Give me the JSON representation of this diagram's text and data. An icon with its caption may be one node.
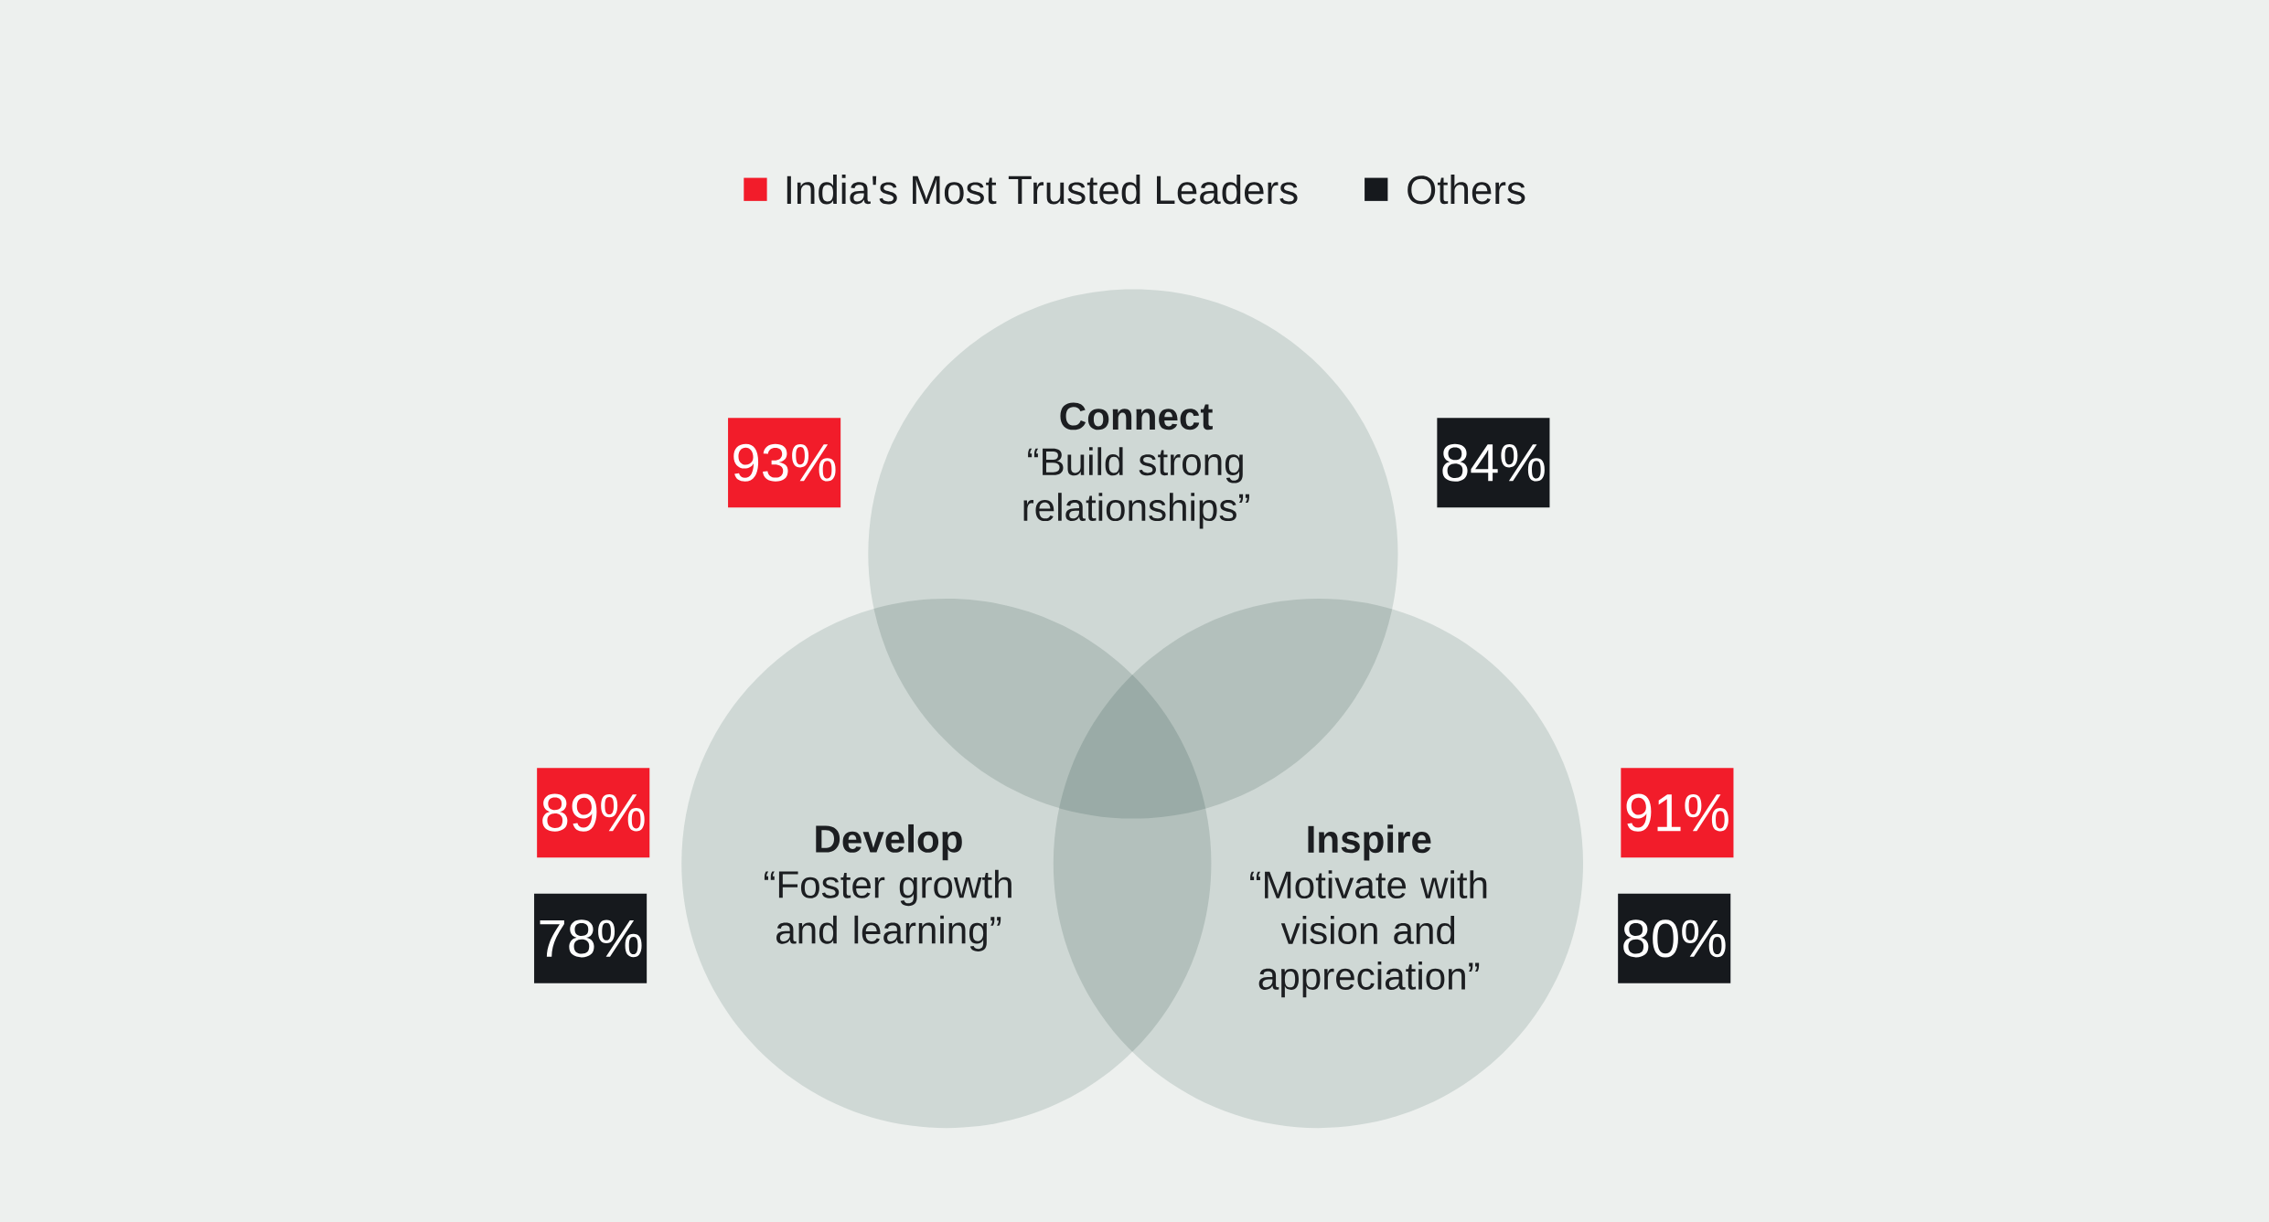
{
  "diagram": {
    "nodes": [
      {
        "text": [
          "93%"
        ]
      },
      {
        "text": [
          "Connect",
          "“Build strong relationships”"
        ]
      },
      {
        "text": [
          "84%"
        ]
      },
      {
        "text": [
          "89%"
        ]
      },
      {
        "text": [
          "Develop",
          "“Foster growth and learning”"
        ]
      },
      {
        "text": [
          "Inspire",
          "“Motivate with vision and appreciation”"
        ]
      },
      {
        "text": [
          "91%"
        ]
      },
      {
        "text": [
          "78%"
        ]
      },
      {
        "text": [
          "80%"
        ]
      }
    ],
    "legend": [
      {
        "text": "India's Most Trusted Leaders",
        "color": "#f21c2a"
      },
      {
        "text": "Others",
        "color": "#16191d"
      }
    ]
  }
}
